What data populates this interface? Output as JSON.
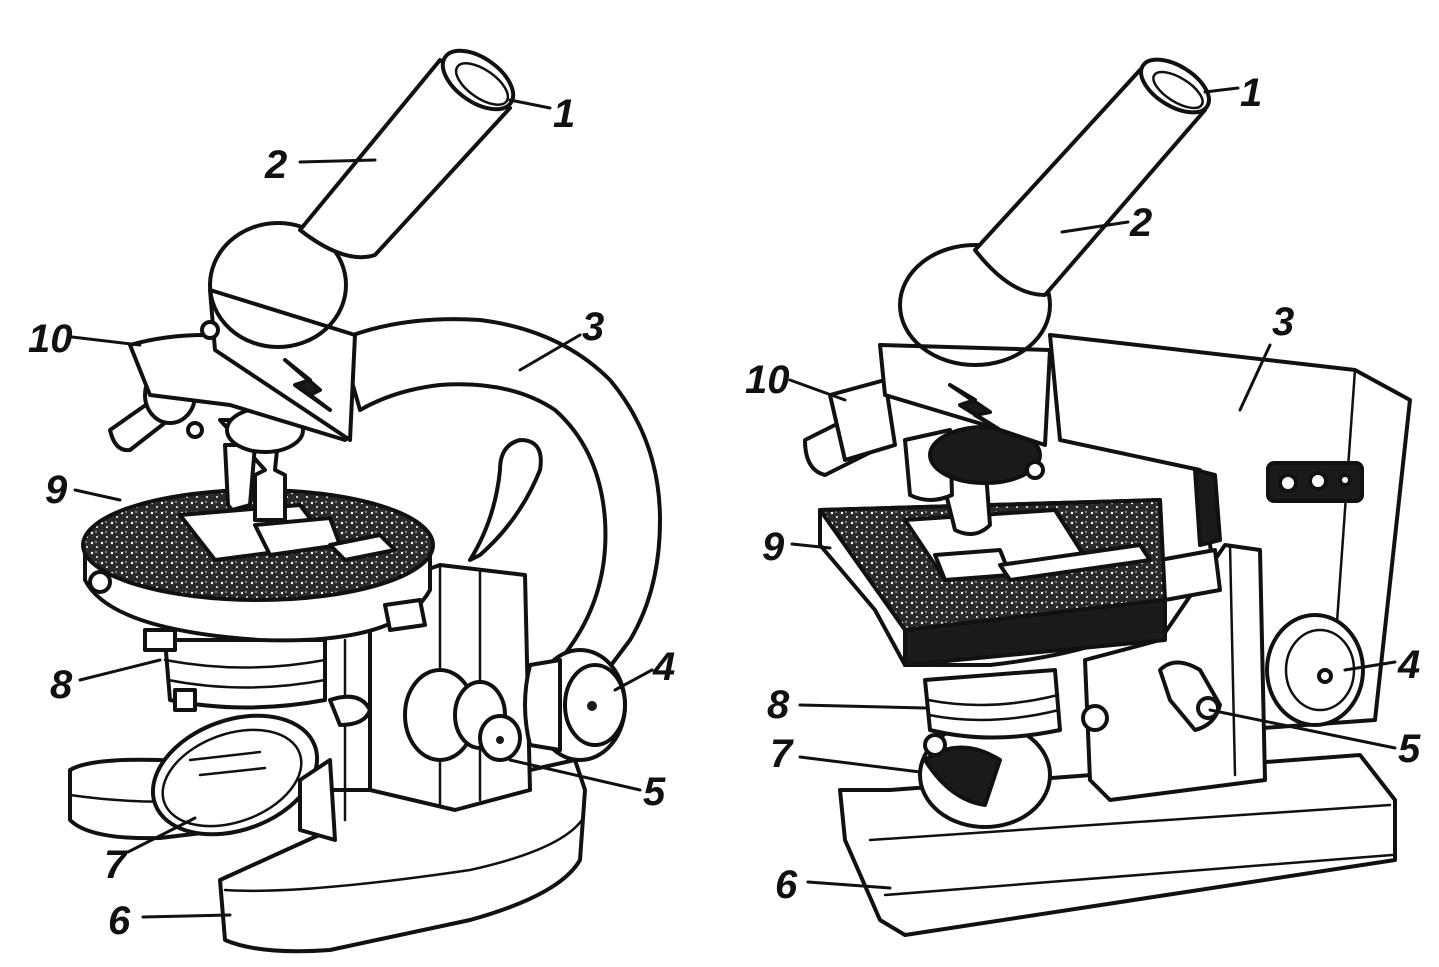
{
  "colors": {
    "ink": "#111111",
    "paper": "#ffffff"
  },
  "left_microscope": {
    "labels": [
      {
        "id": "1",
        "text": "1"
      },
      {
        "id": "2",
        "text": "2"
      },
      {
        "id": "3",
        "text": "3"
      },
      {
        "id": "4",
        "text": "4"
      },
      {
        "id": "5",
        "text": "5"
      },
      {
        "id": "6",
        "text": "6"
      },
      {
        "id": "7",
        "text": "7"
      },
      {
        "id": "8",
        "text": "8"
      },
      {
        "id": "9",
        "text": "9"
      },
      {
        "id": "10",
        "text": "10"
      }
    ]
  },
  "right_microscope": {
    "labels": [
      {
        "id": "1",
        "text": "1"
      },
      {
        "id": "2",
        "text": "2"
      },
      {
        "id": "3",
        "text": "3"
      },
      {
        "id": "4",
        "text": "4"
      },
      {
        "id": "5",
        "text": "5"
      },
      {
        "id": "6",
        "text": "6"
      },
      {
        "id": "7",
        "text": "7"
      },
      {
        "id": "8",
        "text": "8"
      },
      {
        "id": "9",
        "text": "9"
      },
      {
        "id": "10",
        "text": "10"
      }
    ]
  }
}
